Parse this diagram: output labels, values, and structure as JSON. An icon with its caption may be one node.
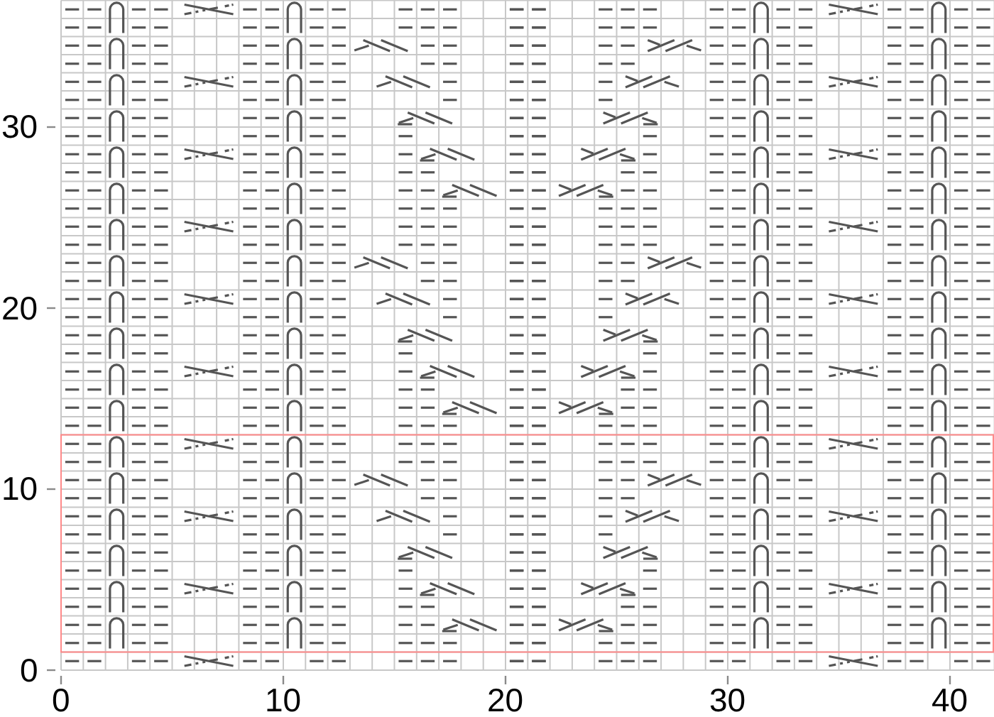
{
  "diagram": {
    "labels": [
      "30",
      "20",
      "10",
      "0",
      "0",
      "10",
      "20",
      "30",
      "40"
    ]
  }
}
